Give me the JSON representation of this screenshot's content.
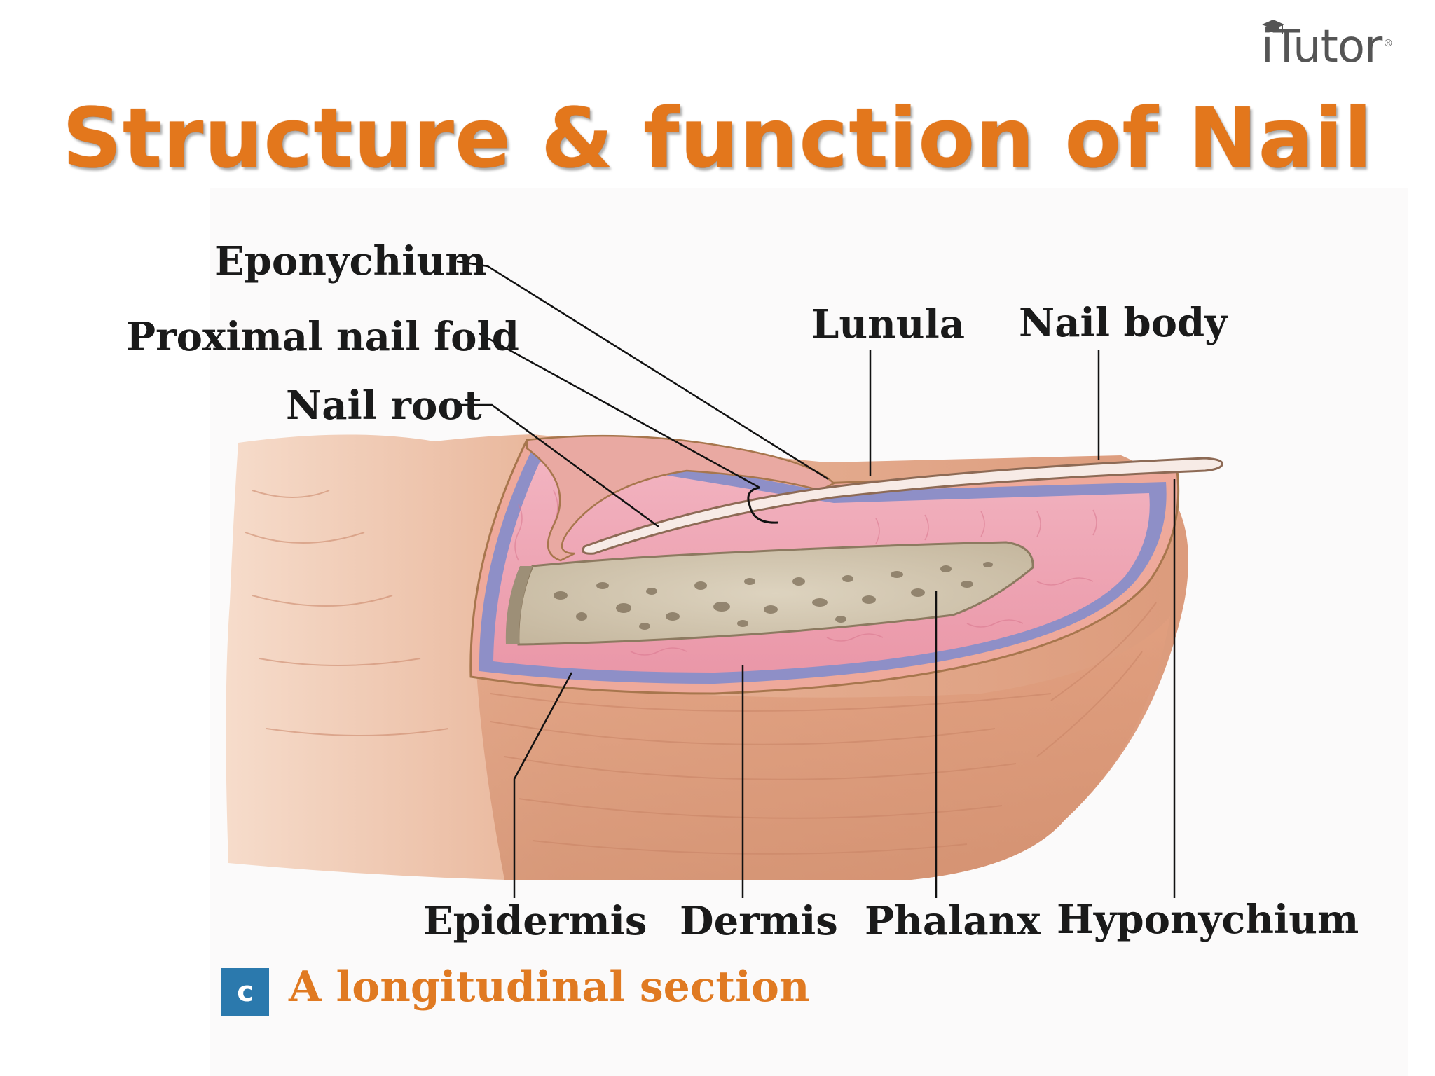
{
  "title": "Structure & function of Nail",
  "brand": {
    "name": "iTutor",
    "mark": "®",
    "logo_icon": "graduation-cap-icon"
  },
  "labels": {
    "eponychium": "Eponychium",
    "proximal_nail_fold": "Proximal nail fold",
    "nail_root": "Nail root",
    "lunula": "Lunula",
    "nail_body": "Nail body",
    "epidermis": "Epidermis",
    "dermis": "Dermis",
    "phalanx": "Phalanx",
    "hyponychium": "Hyponychium"
  },
  "panel": {
    "letter": "c",
    "caption": "A longitudinal section"
  },
  "colors": {
    "title": "#e3771c",
    "caption": "#e07a22",
    "badge": "#2b79ad",
    "skin": "#e3a587",
    "dermis": "#eea5b4",
    "epidermis": "#8e8fc7",
    "bone": "#cfc3ad"
  }
}
